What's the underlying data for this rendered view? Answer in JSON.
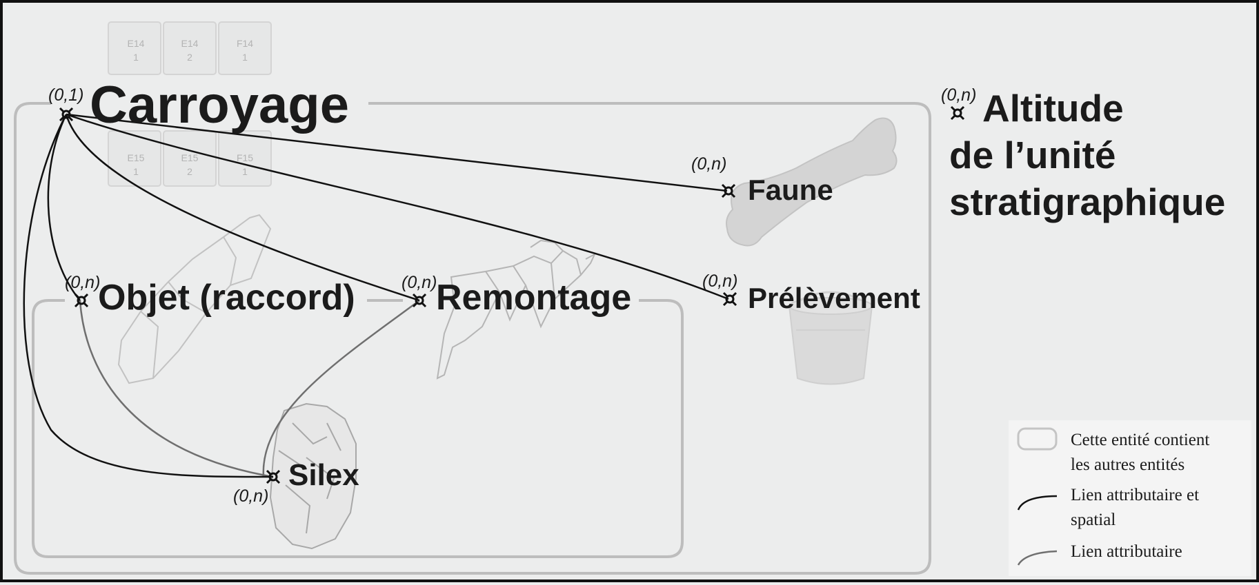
{
  "entities": {
    "carroyage": {
      "name": "Carroyage",
      "cardinality": "(0,1)"
    },
    "altitude": {
      "name_lines": [
        "Altitude",
        "de l’unité",
        "stratigraphique"
      ],
      "cardinality": "(0,n)"
    },
    "faune": {
      "name": "Faune",
      "cardinality": "(0,n)"
    },
    "prelevement": {
      "name": "Prélèvement",
      "cardinality": "(0,n)"
    },
    "objet": {
      "name": "Objet (raccord)",
      "cardinality": "(0,n)"
    },
    "remontage": {
      "name": "Remontage",
      "cardinality": "(0,n)"
    },
    "silex": {
      "name": "Silex",
      "cardinality": "(0,n)"
    }
  },
  "grid_cells": [
    {
      "col": "E14",
      "row": "1"
    },
    {
      "col": "E14",
      "row": "2"
    },
    {
      "col": "F14",
      "row": "1"
    },
    {
      "col": "E15",
      "row": "1"
    },
    {
      "col": "E15",
      "row": "2"
    },
    {
      "col": "F15",
      "row": "1"
    }
  ],
  "legend": {
    "container": [
      "Cette entité contient",
      "les autres entités"
    ],
    "spatial_link": [
      "Lien attributaire et",
      "spatial"
    ],
    "attribute_link": "Lien attributaire"
  },
  "colors": {
    "background": "#eceded",
    "spatial_link": "#111111",
    "attribute_link": "#6f6f6f",
    "container_border": "#bdbdbd",
    "text": "#1b1b1b"
  },
  "icons": [
    "connector-icon",
    "bone-icon",
    "bucket-icon",
    "flint-tool-icon",
    "refit-fragments-icon",
    "core-icon"
  ]
}
